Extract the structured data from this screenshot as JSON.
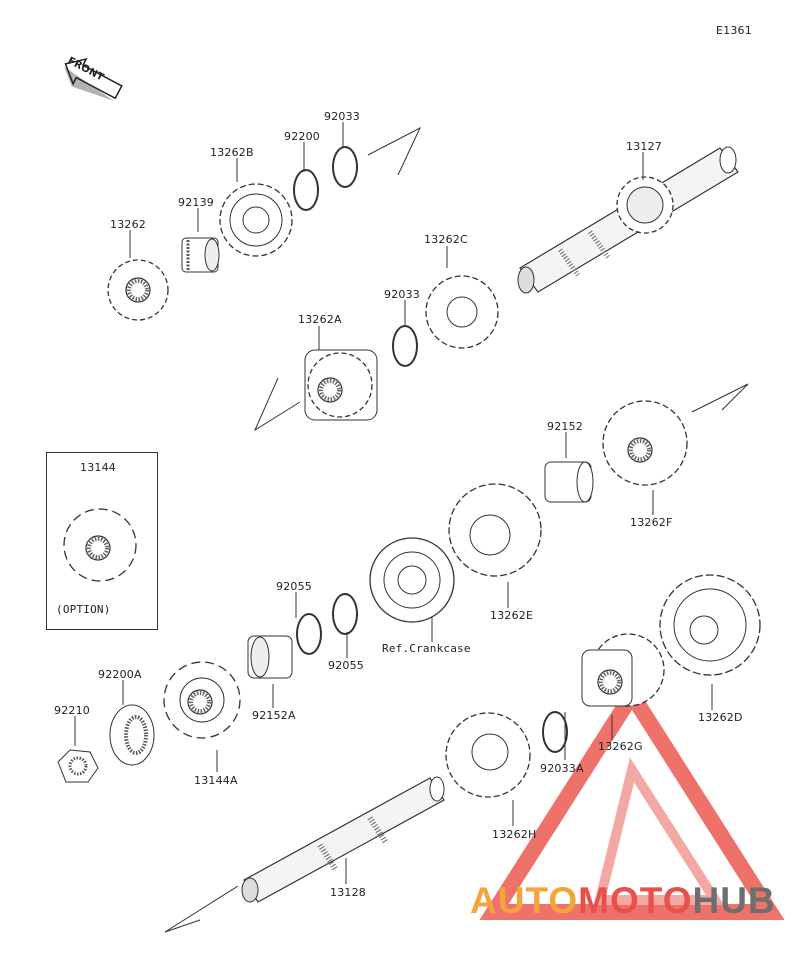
{
  "diagram_code": "E1361",
  "front_label": "FRONT",
  "option_label": "(OPTION)",
  "ref_label": "Ref.Crankcase",
  "parts": {
    "p13127": "13127",
    "p92033_top": "92033",
    "p92200_top": "92200",
    "p13262B": "13262B",
    "p92139": "92139",
    "p13262": "13262",
    "p13262C": "13262C",
    "p92033_mid": "92033",
    "p13262A": "13262A",
    "p92152": "92152",
    "p13262F": "13262F",
    "p13144": "13144",
    "p13262E": "13262E",
    "p92055_a": "92055",
    "p92055_b": "92055",
    "p92200A": "92200A",
    "p92210": "92210",
    "p92152A": "92152A",
    "p13144A": "13144A",
    "p13262D": "13262D",
    "p13262G": "13262G",
    "p92033A": "92033A",
    "p13262H": "13262H",
    "p13128": "13128"
  },
  "watermark": {
    "auto": "AUTO",
    "moto": "MOTO",
    "hub": "HUB",
    "colors": {
      "auto": "#f3a43a",
      "moto": "#e8504a",
      "hub": "#6e6e6e",
      "triangle": "#ec5a50"
    }
  }
}
